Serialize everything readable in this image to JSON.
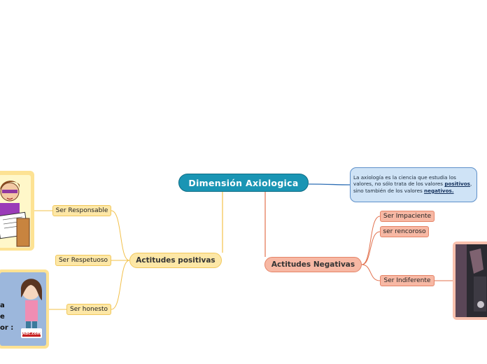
{
  "central": {
    "label": "Dimensión Axiologica"
  },
  "note": {
    "line1": "La axiología  es la ciencia que estudia los",
    "line2_pre": "valores, no sólo trata de los valores ",
    "line2_bold": "positivos",
    "line2_post": ",",
    "line3_pre": "sino también de los valores ",
    "line3_bold": "negativos."
  },
  "positive": {
    "label": "Actitudes positivas",
    "items": [
      {
        "label": "Ser Responsable"
      },
      {
        "label": "Ser Respetuoso"
      },
      {
        "label": "Ser honesto"
      }
    ]
  },
  "negative": {
    "label": "Actitudes Negativas",
    "items": [
      {
        "label": "Ser Impaciente"
      },
      {
        "label": "ser rencoroso"
      },
      {
        "label": "Ser Indiferente"
      }
    ]
  },
  "image_fragment": {
    "lines": [
      "a",
      "e",
      "or :"
    ],
    "logo": "Abc.com"
  },
  "colors": {
    "central": "#1a95b4",
    "note": "#cfe3f6",
    "positive": "#fde7a6",
    "negative": "#f7b8a4",
    "link_positive": "#f2c04a",
    "link_negative": "#e2714e",
    "link_note": "#2f6fb5"
  }
}
